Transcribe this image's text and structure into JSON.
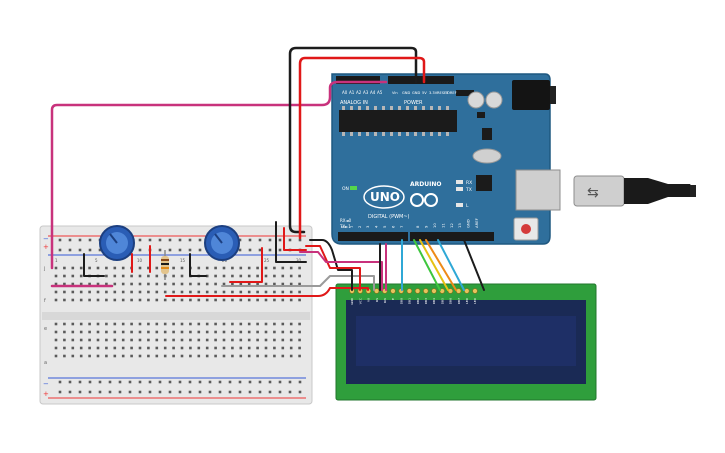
{
  "board": {
    "model": "UNO",
    "brand": "ARDUINO",
    "power_header": "POWER",
    "analog_header": "ANALOG IN",
    "digital_header": "DIGITAL (PWM~)",
    "led_on": "ON",
    "led_tx": "TX",
    "led_rx": "RX",
    "led_l": "L",
    "reset": "RESET",
    "analog_pins": [
      "A0",
      "A1",
      "A2",
      "A3",
      "A4",
      "A5"
    ],
    "power_pins": [
      "Vin",
      "GND",
      "GND",
      "5V",
      "3.3V",
      "RESET",
      "IOREF"
    ],
    "digital_pins": [
      "0",
      "1",
      "2",
      "3",
      "4",
      "5",
      "6",
      "7",
      "8",
      "9",
      "10",
      "11",
      "12",
      "13",
      "GND",
      "AREF"
    ],
    "digital_side_labels": [
      "RX◄0",
      "TX►1"
    ]
  },
  "breadboard": {
    "rail_plus": "+",
    "rail_minus": "−",
    "row_letters_top": [
      "j",
      "i",
      "h",
      "g",
      "f"
    ],
    "row_letters_bottom": [
      "e",
      "d",
      "c",
      "b",
      "a"
    ],
    "column_numbers": [
      "1",
      "5",
      "10",
      "15",
      "20",
      "25",
      "30"
    ]
  },
  "lcd": {
    "pin_labels": [
      "GND",
      "VCC",
      "V0",
      "RS",
      "RW",
      "E",
      "DB0",
      "DB1",
      "DB2",
      "DB3",
      "DB4",
      "DB5",
      "DB6",
      "DB7",
      "LED",
      "LED"
    ]
  },
  "colors": {
    "board": "#2f6f9c",
    "board_dark": "#1f5880",
    "breadboard": "#e8e8e8",
    "lcd_pcb": "#2f9e3c",
    "lcd_screen": "#1e2f66",
    "wire_magenta": "#c8327c",
    "wire_red": "#e01818",
    "wire_black": "#1c1c1c",
    "wire_gray": "#9a9a9a",
    "wire_green": "#3ec63e",
    "wire_yellow": "#e6c214",
    "wire_orange": "#ee8a18",
    "wire_cyan": "#2fa8d6",
    "pot_blue": "#2a5db5"
  }
}
